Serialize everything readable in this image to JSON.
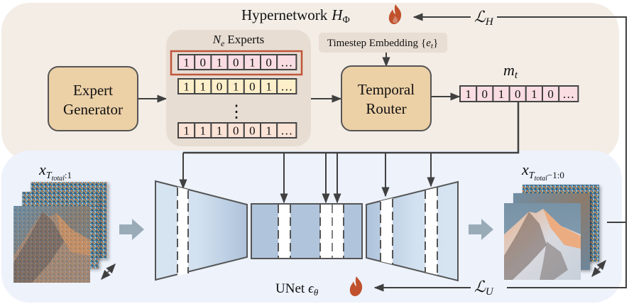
{
  "hypernetwork": {
    "title": "Hypernetwork",
    "symbol": "H",
    "symbol_sub": "Φ",
    "loss_symbol": "ℒ",
    "loss_sub": "H"
  },
  "expert_generator": {
    "line1": "Expert",
    "line2": "Generator"
  },
  "experts": {
    "count_symbol": "N",
    "count_sub": "e",
    "label": "Experts",
    "rows": [
      {
        "bits": [
          "1",
          "0",
          "1",
          "0",
          "1",
          "0",
          "…"
        ],
        "fill": "#f9dde2",
        "highlighted": true
      },
      {
        "bits": [
          "1",
          "1",
          "0",
          "1",
          "0",
          "1",
          "…"
        ],
        "fill": "#fcefc9",
        "highlighted": false
      },
      {
        "bits": [
          "1",
          "1",
          "1",
          "0",
          "0",
          "1",
          "…"
        ],
        "fill": "#fbe3d6",
        "highlighted": false
      }
    ],
    "ellipsis": "⋮"
  },
  "timestep": {
    "label": "Timestep Embedding",
    "symbol_open": "{",
    "symbol": "e",
    "symbol_sub": "t",
    "symbol_close": "}"
  },
  "router": {
    "line1": "Temporal",
    "line2": "Router"
  },
  "mask": {
    "symbol": "m",
    "symbol_sub": "t",
    "bits": [
      "1",
      "0",
      "1",
      "0",
      "1",
      "0",
      "…"
    ],
    "fill": "#f9dde2"
  },
  "unet": {
    "title": "UNet",
    "symbol": "ϵ",
    "symbol_sub": "θ",
    "loss_symbol": "ℒ",
    "loss_sub": "U"
  },
  "input_images": {
    "symbol": "x",
    "sub_main": "T",
    "sub_sub": "total",
    "sub_rest": ":1"
  },
  "output_images": {
    "symbol": "x",
    "sub_main": "T",
    "sub_sub": "total",
    "sub_rest": "−1:0"
  },
  "colors": {
    "top_panel": "#f3ede6",
    "bottom_panel": "#edf2fb",
    "expert_group": "#e7ddd3",
    "box_fill": "#ecd0a6",
    "timestep_fill": "#e9ded4",
    "highlight_border": "#c0563a",
    "flame": "#c0512c",
    "arrow": "#404040",
    "block_arrow": "#9aabb8",
    "unet_dark": "#b0c4dc",
    "unet_light": "#d8e6f2"
  }
}
